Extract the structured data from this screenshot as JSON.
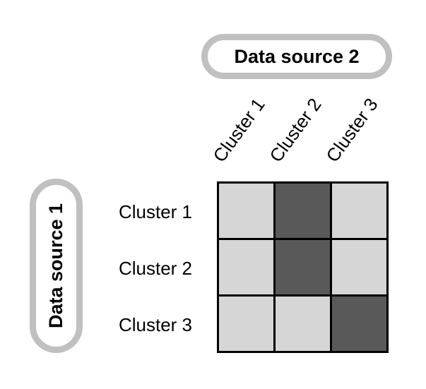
{
  "figure": {
    "source2": {
      "label": "Data source 2"
    },
    "source1": {
      "label": "Data source 1"
    },
    "col_headers": [
      "Cluster 1",
      "Cluster 2",
      "Cluster 3"
    ],
    "row_headers": [
      "Cluster 1",
      "Cluster 2",
      "Cluster 3"
    ],
    "matrix": [
      [
        "light",
        "dark",
        "light"
      ],
      [
        "light",
        "dark",
        "light"
      ],
      [
        "light",
        "light",
        "dark"
      ]
    ],
    "colors": {
      "light_cell": "#d6d6d6",
      "dark_cell": "#595959",
      "pill_border": "#c0c0c0",
      "grid_line": "#000000"
    }
  }
}
